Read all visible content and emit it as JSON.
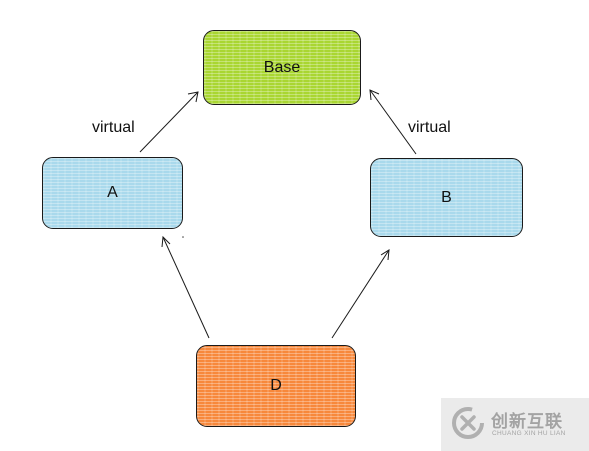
{
  "diagram": {
    "nodes": [
      {
        "id": "base",
        "label": "Base",
        "color": "#a9d631"
      },
      {
        "id": "a",
        "label": "A",
        "color": "#a9d9ec"
      },
      {
        "id": "b",
        "label": "B",
        "color": "#a9d9ec"
      },
      {
        "id": "d",
        "label": "D",
        "color": "#f7883b"
      }
    ],
    "edges": [
      {
        "from": "a",
        "to": "base",
        "label": "virtual"
      },
      {
        "from": "b",
        "to": "base",
        "label": "virtual"
      },
      {
        "from": "d",
        "to": "a",
        "label": ""
      },
      {
        "from": "d",
        "to": "b",
        "label": ""
      }
    ]
  },
  "watermark": {
    "name": "创新互联",
    "subtitle": "CHUANG XIN HU LIAN",
    "color": "#9a9a9a"
  }
}
